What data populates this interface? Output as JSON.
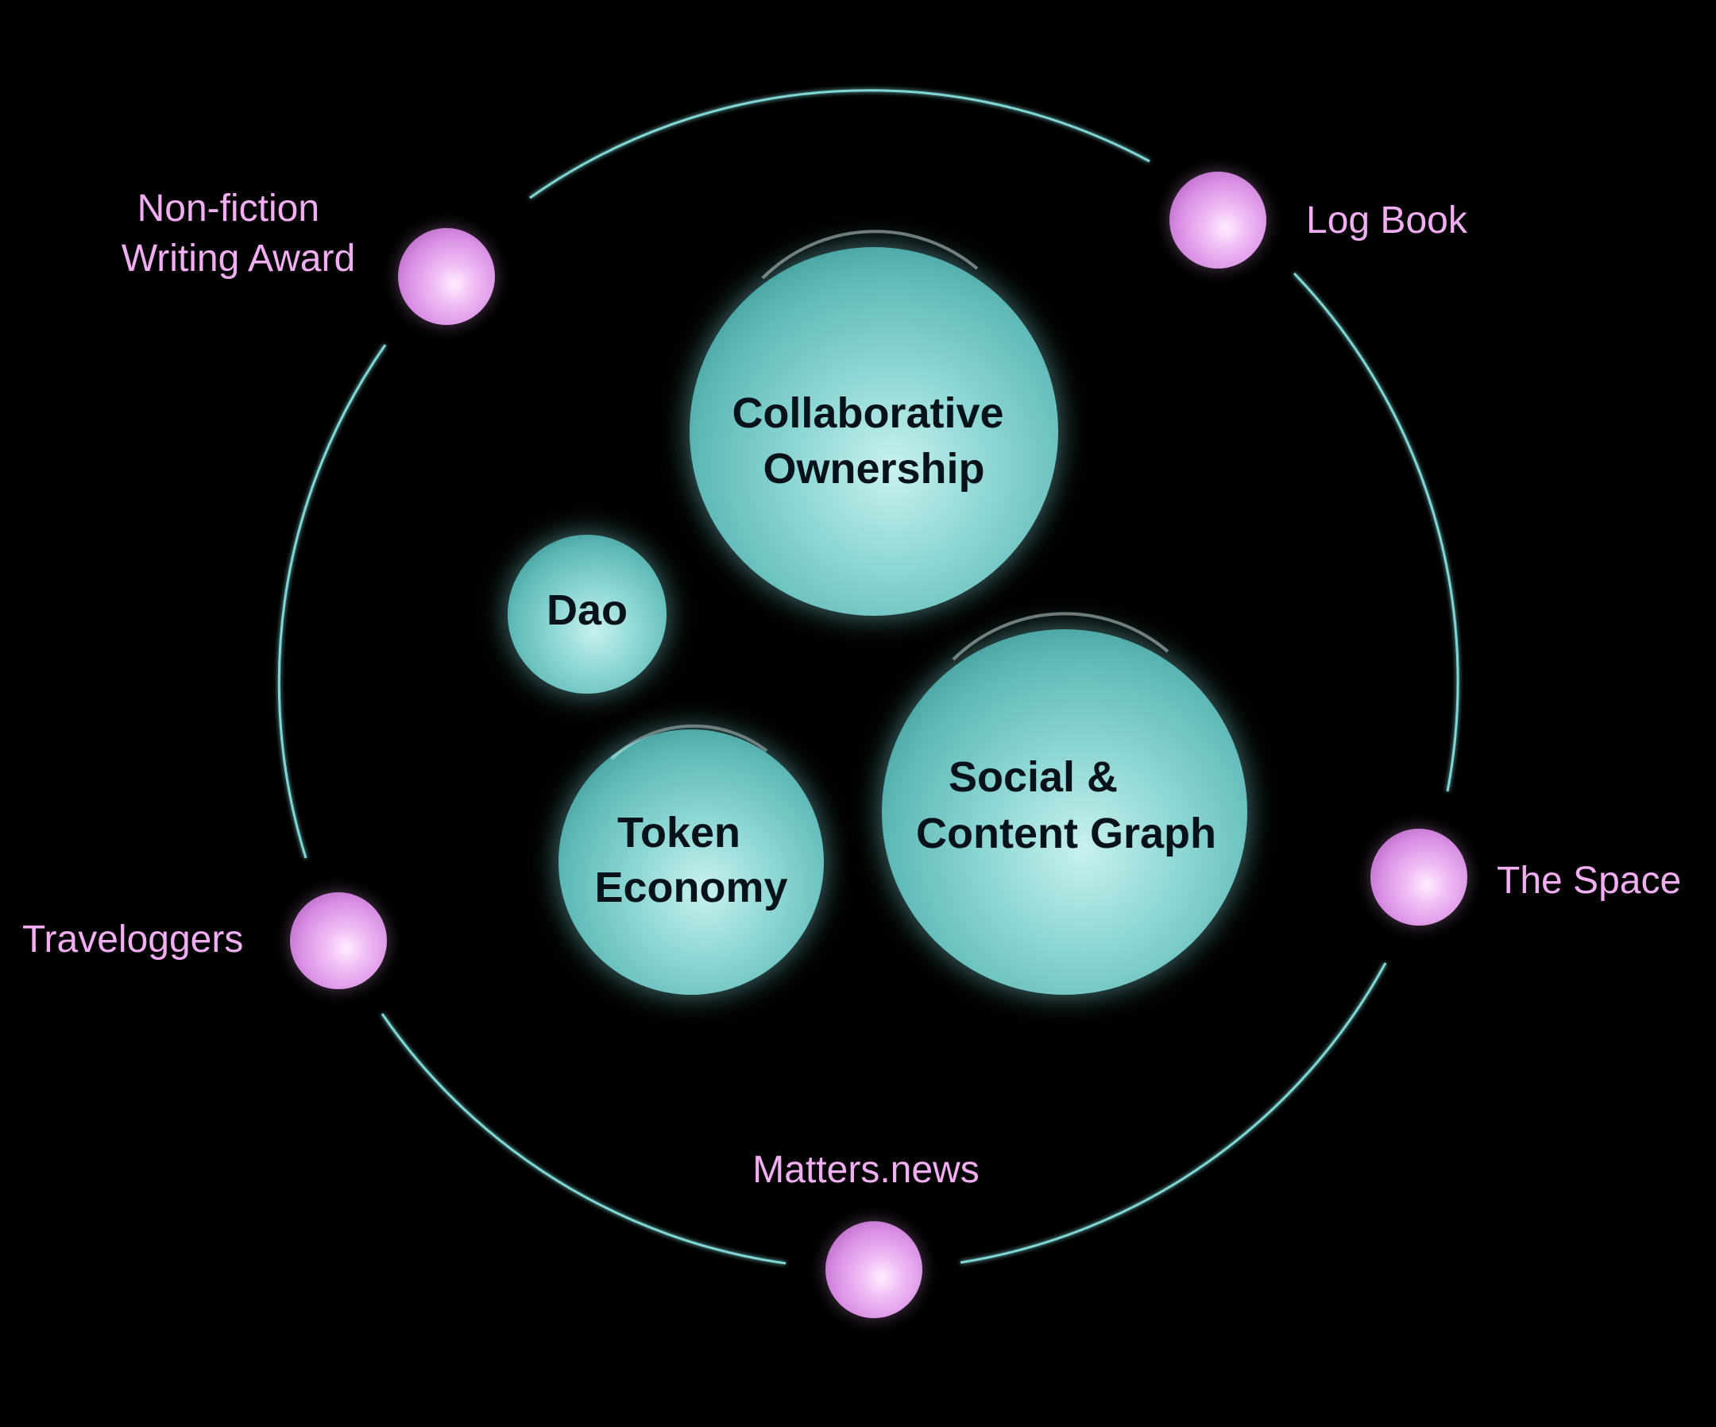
{
  "colors": {
    "background": "#000000",
    "orbit": "#7fd6d4",
    "core_bubble": "#6cc6c4",
    "core_bubble_highlight": "#cdf3f1",
    "core_text": "#06121a",
    "planet": "#e6a3ef",
    "planet_highlight": "#ffeaff",
    "planet_text": "#f2aef2"
  },
  "core_concepts": [
    {
      "id": "collaborative-ownership",
      "lines": [
        "Collaborative",
        "Ownership"
      ]
    },
    {
      "id": "dao",
      "lines": [
        "Dao"
      ]
    },
    {
      "id": "token-economy",
      "lines": [
        "Token",
        "Economy"
      ]
    },
    {
      "id": "social-content-graph",
      "lines": [
        "Social &",
        "Content Graph"
      ]
    }
  ],
  "products": [
    {
      "id": "non-fiction-writing-award",
      "lines": [
        "Non-fiction",
        "Writing Award"
      ]
    },
    {
      "id": "log-book",
      "lines": [
        "Log Book"
      ]
    },
    {
      "id": "the-space",
      "lines": [
        "The Space"
      ]
    },
    {
      "id": "traveloggers",
      "lines": [
        "Traveloggers"
      ]
    },
    {
      "id": "matters-news",
      "lines": [
        "Matters.news"
      ]
    }
  ]
}
